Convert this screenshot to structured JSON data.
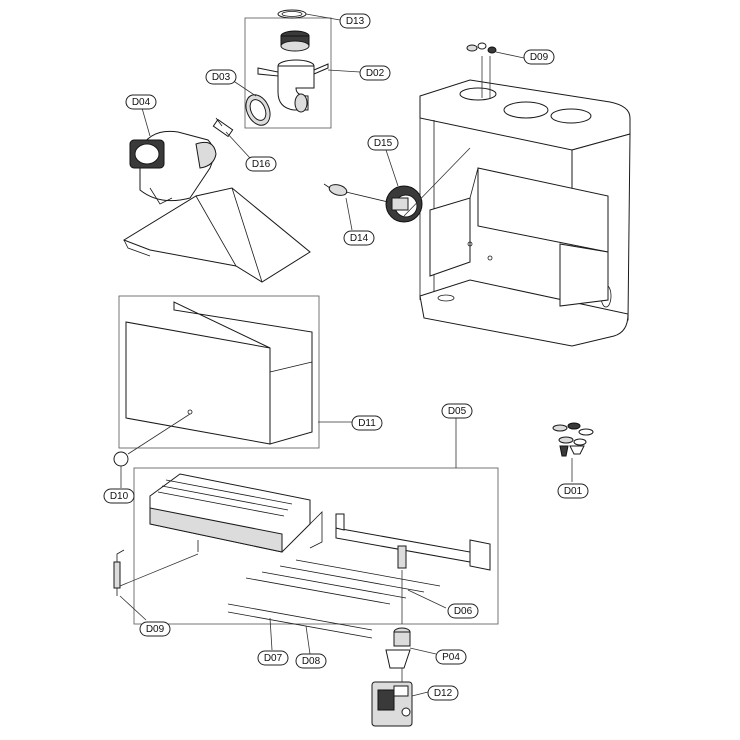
{
  "callouts": {
    "d13": "D13",
    "d02": "D02",
    "d03": "D03",
    "d04": "D04",
    "d16": "D16",
    "d09_top": "D09",
    "d15": "D15",
    "d14": "D14",
    "d11": "D11",
    "d05": "D05",
    "d01": "D01",
    "d10": "D10",
    "d06": "D06",
    "d09_bottom": "D09",
    "d07": "D07",
    "d08": "D08",
    "p04": "P04",
    "d12": "D12"
  }
}
